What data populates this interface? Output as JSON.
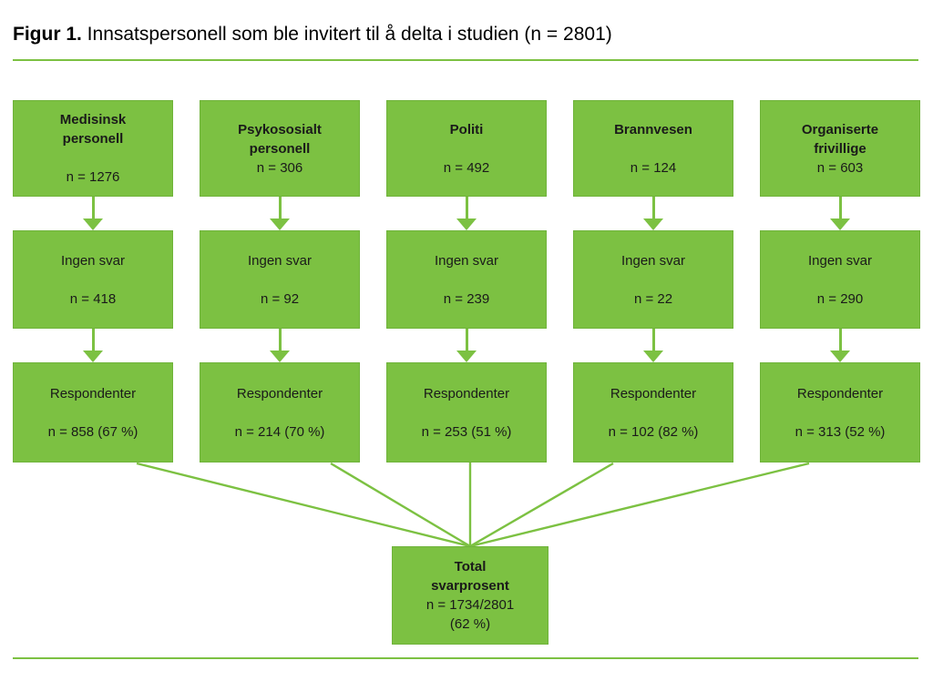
{
  "figure": {
    "label": "Figur 1.",
    "caption": " Innsatspersonell som ble invitert til å delta i studien (n = 2801)"
  },
  "colors": {
    "green": "#7CC142",
    "border_green": "#6FB33A",
    "text": "#1A1A1A"
  },
  "columns": [
    {
      "group": "Medisinsk\npersonell",
      "invited": "n = 1276",
      "no_answer_label": "Ingen svar",
      "no_answer_value": "n = 418",
      "respondents_label": "Respondenter",
      "respondents_value": "n = 858 (67 %)"
    },
    {
      "group": "Psykososialt\npersonell",
      "invited": "n = 306",
      "no_answer_label": "Ingen svar",
      "no_answer_value": "n = 92",
      "respondents_label": "Respondenter",
      "respondents_value": "n = 214 (70 %)"
    },
    {
      "group": "Politi",
      "invited": "n = 492",
      "no_answer_label": "Ingen svar",
      "no_answer_value": "n = 239",
      "respondents_label": "Respondenter",
      "respondents_value": "n = 253 (51 %)"
    },
    {
      "group": "Brannvesen",
      "invited": "n = 124",
      "no_answer_label": "Ingen svar",
      "no_answer_value": "n = 22",
      "respondents_label": "Respondenter",
      "respondents_value": "n = 102 (82 %)"
    },
    {
      "group": "Organiserte\nfrivillige",
      "invited": "n = 603",
      "no_answer_label": "Ingen svar",
      "no_answer_value": "n = 290",
      "respondents_label": "Respondenter",
      "respondents_value": "n = 313 (52 %)"
    }
  ],
  "total": {
    "title": "Total\nsvarprosent",
    "value": "n = 1734/2801",
    "percent": "(62 %)"
  }
}
